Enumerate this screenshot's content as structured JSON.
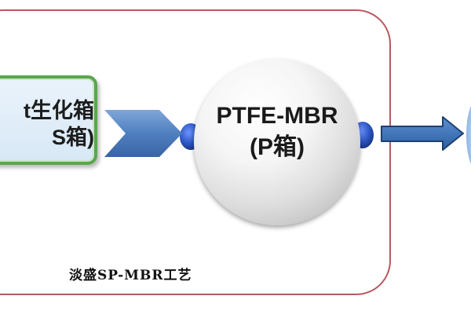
{
  "diagram": {
    "s_box": {
      "line1": "t生化箱",
      "line2": "S箱)"
    },
    "p_circle": {
      "line1": "PTFE-MBR",
      "line2": "(P箱)"
    },
    "caption": "淡盛SP-MBR工艺",
    "colors": {
      "frame_border": "#b45a5f",
      "s_box_border": "#5aa64e",
      "s_box_fill": "#dbe9f6",
      "connector_arrow": "#4f7fc0",
      "output_arrow": "#2f6db3",
      "circle_port": "#2a55c2",
      "edge_blob": "#8fb7e6"
    }
  }
}
